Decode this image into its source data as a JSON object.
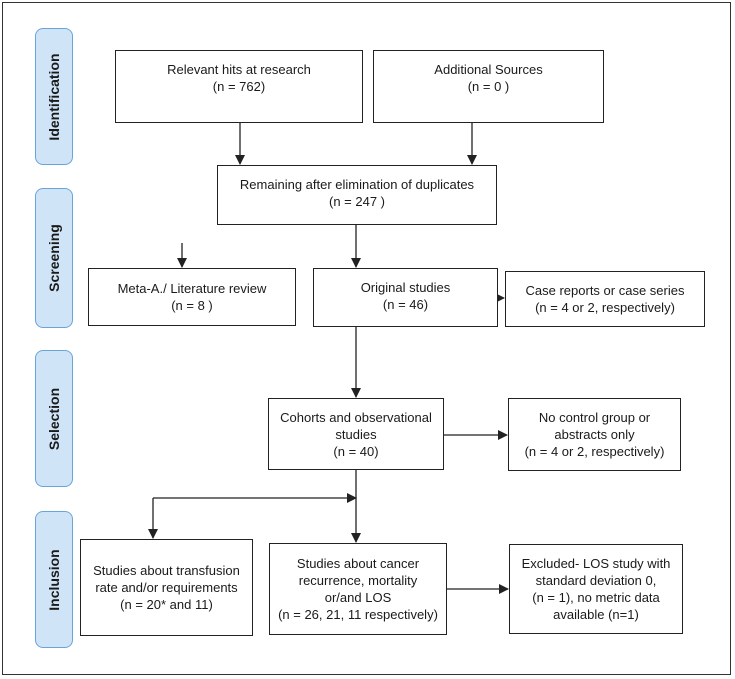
{
  "stages": {
    "identification": "Identification",
    "screening": "Screening",
    "selection": "Selection",
    "inclusion": "Inclusion"
  },
  "boxes": {
    "relevant_hits": {
      "line1": "Relevant hits at research",
      "line2": "(n =   762)"
    },
    "additional_sources": {
      "line1": "Additional Sources",
      "line2": "(n =  0 )"
    },
    "remaining": {
      "line1": "Remaining after elimination of duplicates",
      "line2": "(n =  247 )"
    },
    "meta": {
      "line1": "Meta-A./ Literature review",
      "line2": "(n =  8 )"
    },
    "original": {
      "line1": "Original studies",
      "line2": "(n =  46)"
    },
    "case_reports": {
      "line1": "Case reports or case series",
      "line2": "(n =  4 or 2, respectively)"
    },
    "cohorts": {
      "line1": "Cohorts and observational",
      "line2": "studies",
      "line3": "(n =   40)"
    },
    "no_control": {
      "line1": "No control group or",
      "line2": "abstracts only",
      "line3": "(n = 4 or 2, respectively)"
    },
    "transfusion": {
      "line1": "Studies about transfusion",
      "line2": "rate and/or requirements",
      "line3": "(n = 20* and  11)"
    },
    "cancer": {
      "line1": "Studies about cancer",
      "line2": "recurrence, mortality",
      "line3": "or/and LOS",
      "line4": "(n =  26, 21, 11 respectively)"
    },
    "excluded": {
      "line1": "Excluded- LOS study with",
      "line2": "standard deviation 0,",
      "line3": "(n = 1), no metric data",
      "line4": "available (n=1)"
    }
  }
}
